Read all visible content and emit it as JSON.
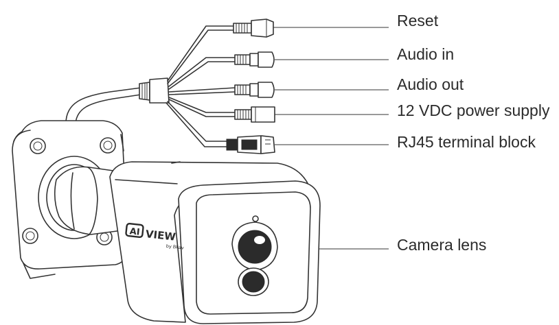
{
  "labels": {
    "reset": "Reset",
    "audio_in": "Audio in",
    "audio_out": "Audio out",
    "power": "12 VDC power supply",
    "rj45": "RJ45 terminal block",
    "lens": "Camera lens"
  },
  "brand": {
    "logo_ai": "AI",
    "logo_view": "VIEW",
    "logo_sub": "by Bkav"
  }
}
